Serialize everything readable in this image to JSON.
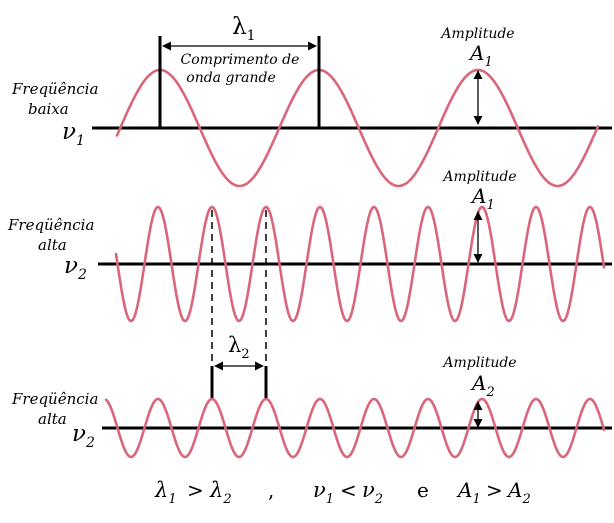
{
  "colors": {
    "wave": "#d9667a",
    "axis": "#000000",
    "text": "#000000",
    "background": "#ffffff"
  },
  "panel1": {
    "freq_label_line1": "Freqüência",
    "freq_label_line2": "baixa",
    "nu_symbol": "ν",
    "nu_sub": "1",
    "lambda_symbol": "λ",
    "lambda_sub": "1",
    "wavelength_text_line1": "Comprimento de",
    "wavelength_text_line2": "onda grande",
    "amplitude_label": "Amplitude",
    "amp_symbol": "A",
    "amp_sub": "1"
  },
  "panel2": {
    "freq_label_line1": "Freqüência",
    "freq_label_line2": "alta",
    "nu_symbol": "ν",
    "nu_sub": "2",
    "amplitude_label": "Amplitude",
    "amp_symbol": "A",
    "amp_sub": "1"
  },
  "panel3": {
    "freq_label_line1": "Freqüência",
    "freq_label_line2": "alta",
    "nu_symbol": "ν",
    "nu_sub": "2",
    "lambda_symbol": "λ",
    "lambda_sub": "2",
    "amplitude_label": "Amplitude",
    "amp_symbol": "A",
    "amp_sub": "2"
  },
  "relation": {
    "lambda_left": "λ",
    "lambda_left_sub": "1",
    "gt1": ">",
    "lambda_right": "λ",
    "lambda_right_sub": "2",
    "comma": ",",
    "nu_left": "ν",
    "nu_left_sub": "1",
    "lt": "<",
    "nu_right": "ν",
    "nu_right_sub": "2",
    "conj": "e",
    "a_left": "A",
    "a_left_sub": "1",
    "gt2": ">",
    "a_right": "A",
    "a_right_sub": "2"
  }
}
